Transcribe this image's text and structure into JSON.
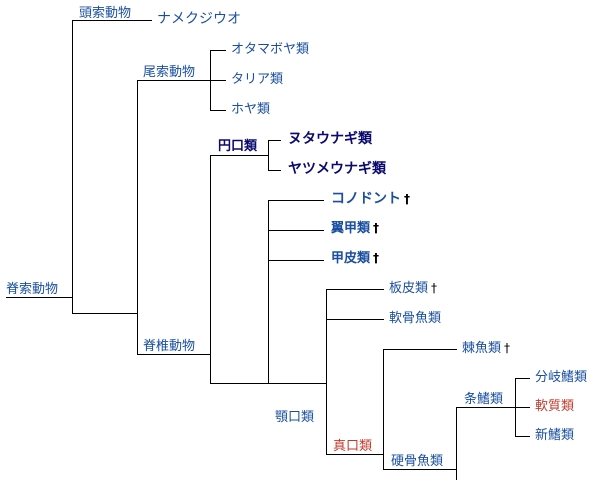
{
  "colors": {
    "link": "#1a4fa0",
    "dark": "#0a0a6e",
    "red": "#c03a2b",
    "line": "#000000"
  },
  "extinct_mark": "†",
  "nodes": {
    "chordata": "脊索動物",
    "cephalochordata": "頭索動物",
    "amphioxus": "ナメクジウオ",
    "urochordata": "尾索動物",
    "appendicularia": "オタマボヤ類",
    "thaliacea": "タリア類",
    "ascidiacea": "ホヤ類",
    "vertebrata": "脊椎動物",
    "cyclostomata": "円口類",
    "hagfish": "ヌタウナギ類",
    "lamprey": "ヤツメウナギ類",
    "conodont": "コノドント",
    "pteraspidomorphi": "翼甲類",
    "cephalaspidomorphi": "甲皮類",
    "gnathostomata": "顎口類",
    "placodermi": "板皮類",
    "eugnathostomata": "真口類",
    "chondrichthyes": "軟骨魚類",
    "osteichthyes": "硬骨魚類",
    "acanthodii": "棘魚類",
    "actinopterygii": "条鰭類",
    "cladistia": "分岐鰭類",
    "chondrostei": "軟質類",
    "neopterygii": "新鰭類"
  }
}
